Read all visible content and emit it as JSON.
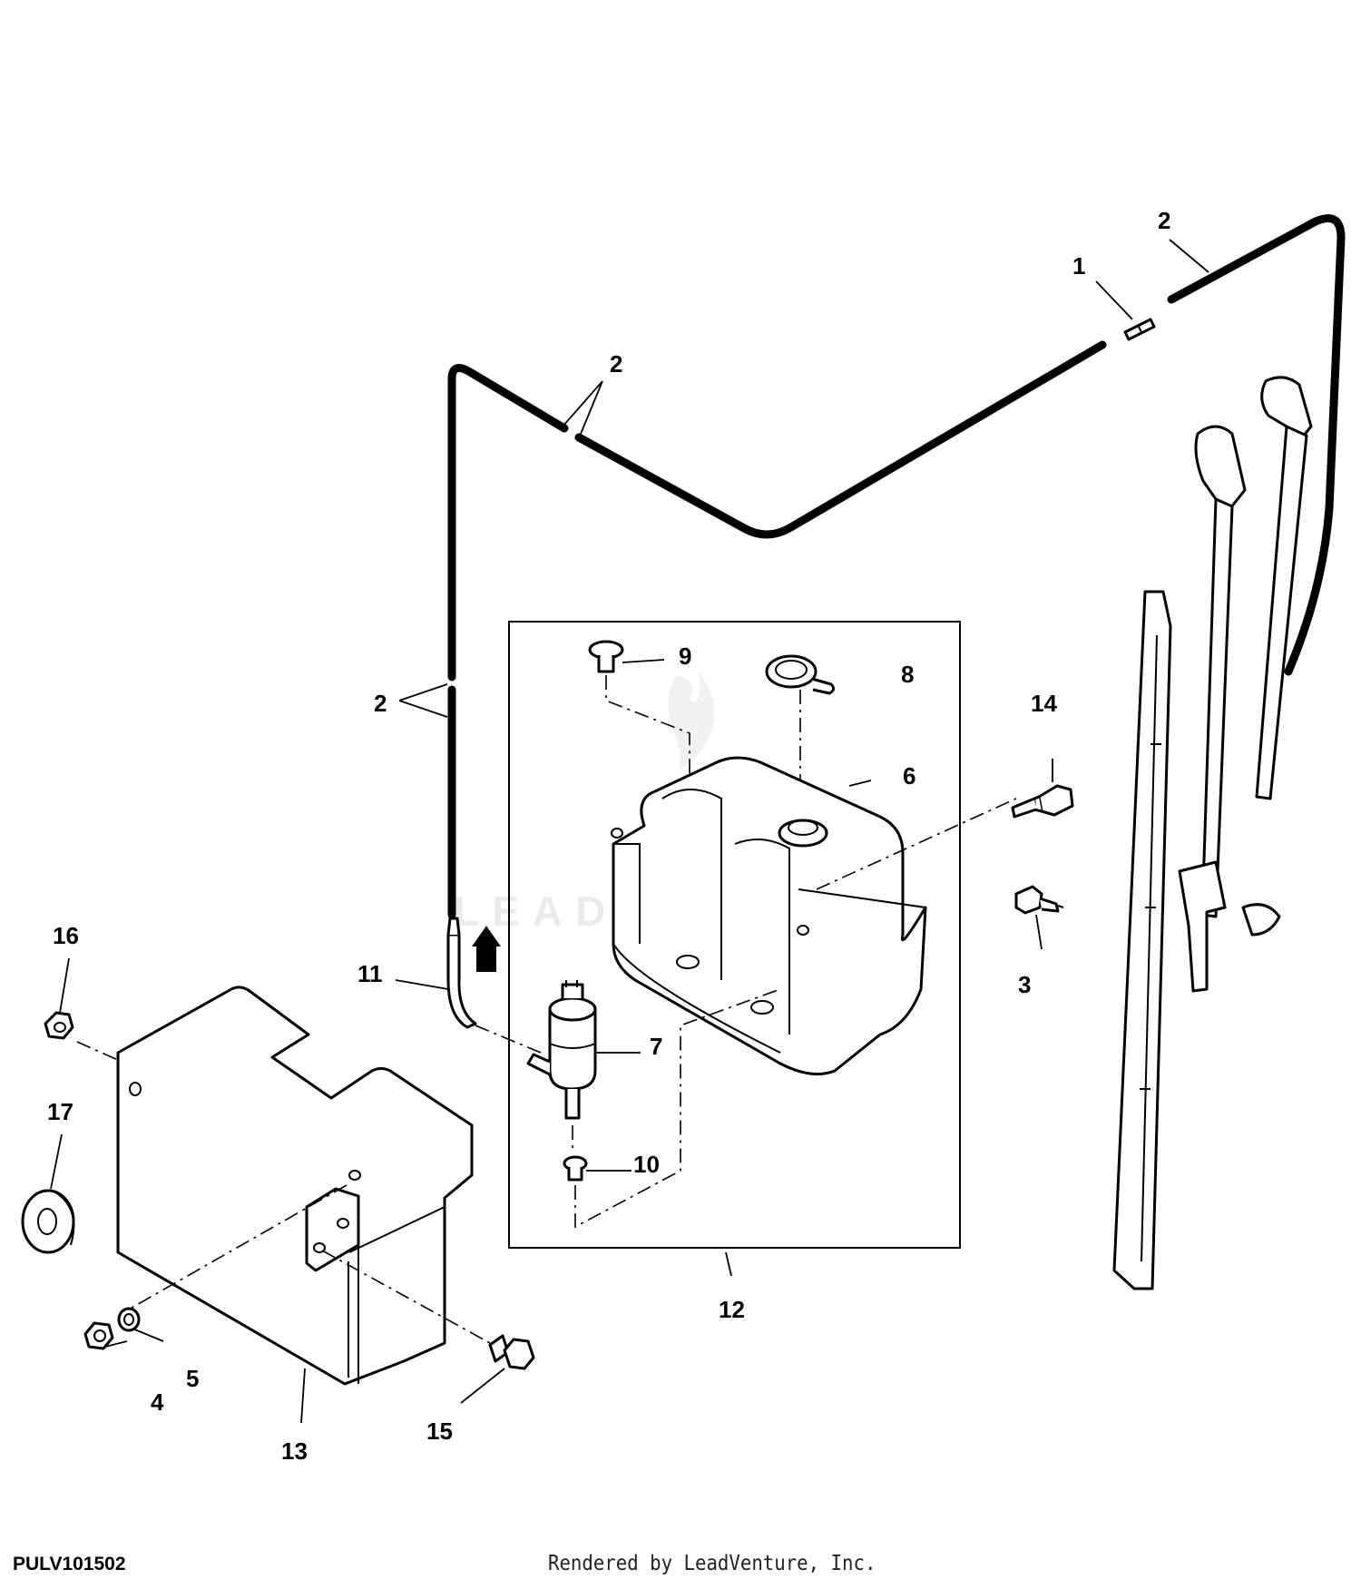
{
  "figure_id": "PULV101502",
  "credit": "Rendered by LeadVenture, Inc.",
  "watermark": "LEADVENTURE",
  "callouts": {
    "c1": "1",
    "c2a": "2",
    "c2b": "2",
    "c2c": "2",
    "c3": "3",
    "c4": "4",
    "c5": "5",
    "c6": "6",
    "c7": "7",
    "c8": "8",
    "c9": "9",
    "c10": "10",
    "c11": "11",
    "c12": "12",
    "c13": "13",
    "c14": "14",
    "c15": "15",
    "c16": "16",
    "c17": "17"
  },
  "icons": [
    "upward-arrow-icon",
    "flame-watermark-icon"
  ]
}
